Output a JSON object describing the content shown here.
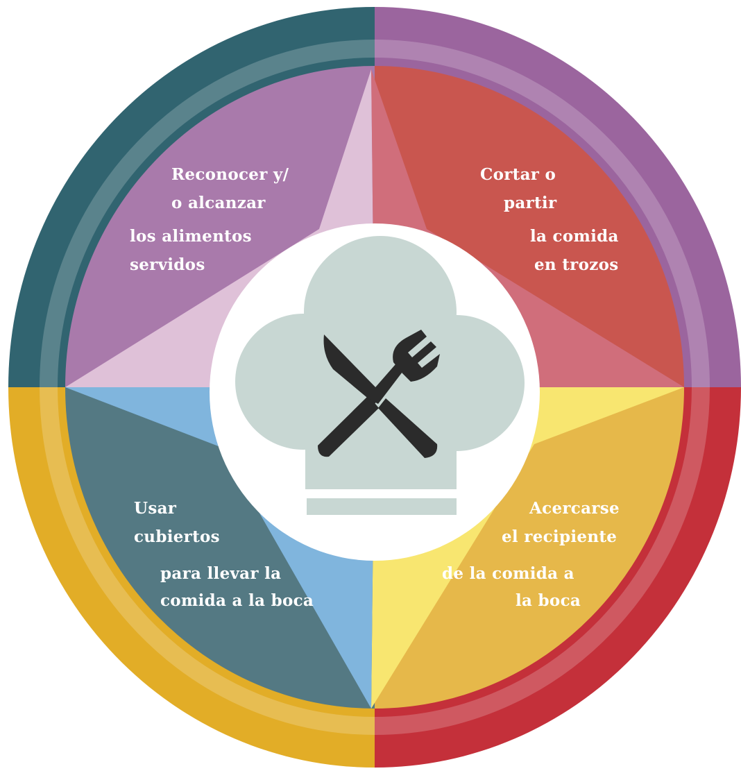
{
  "colors": {
    "outer_top_left": "#316470",
    "outer_top_right": "#9b659e",
    "outer_bottom_left": "#e2ad27",
    "outer_bottom_right": "#c4303a",
    "quad_top_left": "#a97aab",
    "quad_top_right": "#c9564f",
    "quad_bottom_left": "#547983",
    "quad_bottom_right": "#e6b84a",
    "star_top_left": "#dfc1d8",
    "star_top_right": "#d06e7b",
    "star_bottom_left": "#80b5dd",
    "star_bottom_right": "#f8e670",
    "center_bg": "#ffffff",
    "chef_hat": "#c8d7d3",
    "utensils": "#2b2b2b"
  },
  "center_icon": "chef-hat-with-crossed-knife-and-fork-icon",
  "quadrants": {
    "top_left": {
      "lines": [
        "Reconocer y/",
        "o alcanzar",
        "los alimentos",
        "servidos"
      ]
    },
    "top_right": {
      "lines": [
        "Cortar o",
        "partir",
        "la comida",
        "en trozos"
      ]
    },
    "bottom_left": {
      "lines": [
        "Usar",
        "cubiertos",
        "para llevar la",
        "comida a la boca"
      ]
    },
    "bottom_right": {
      "lines": [
        "Acercarse",
        "el recipiente",
        "de la comida a",
        "la boca"
      ]
    }
  }
}
